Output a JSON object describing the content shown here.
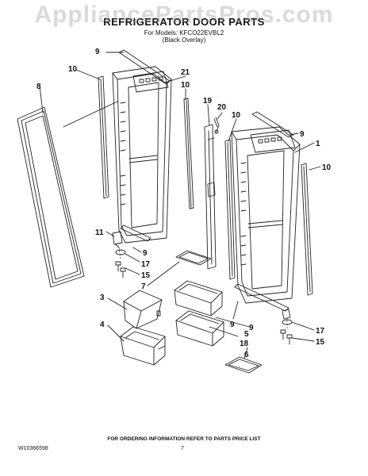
{
  "watermark": "AppliancePartsPros.com",
  "title": "REFRIGERATOR DOOR PARTS",
  "subtitle_models": "For Models: KFCO22EVBL2",
  "subtitle_variant": "(Black Overlay)",
  "footer_note": "FOR ORDERING INFORMATION REFER TO PARTS PRICE LIST",
  "doc_number": "W10366598",
  "page_number": "7",
  "callouts": [
    "1",
    "3",
    "4",
    "5",
    "6",
    "7",
    "8",
    "9",
    "9",
    "9",
    "9",
    "9",
    "10",
    "10",
    "10",
    "10",
    "11",
    "15",
    "15",
    "17",
    "17",
    "18",
    "19",
    "20",
    "21"
  ]
}
